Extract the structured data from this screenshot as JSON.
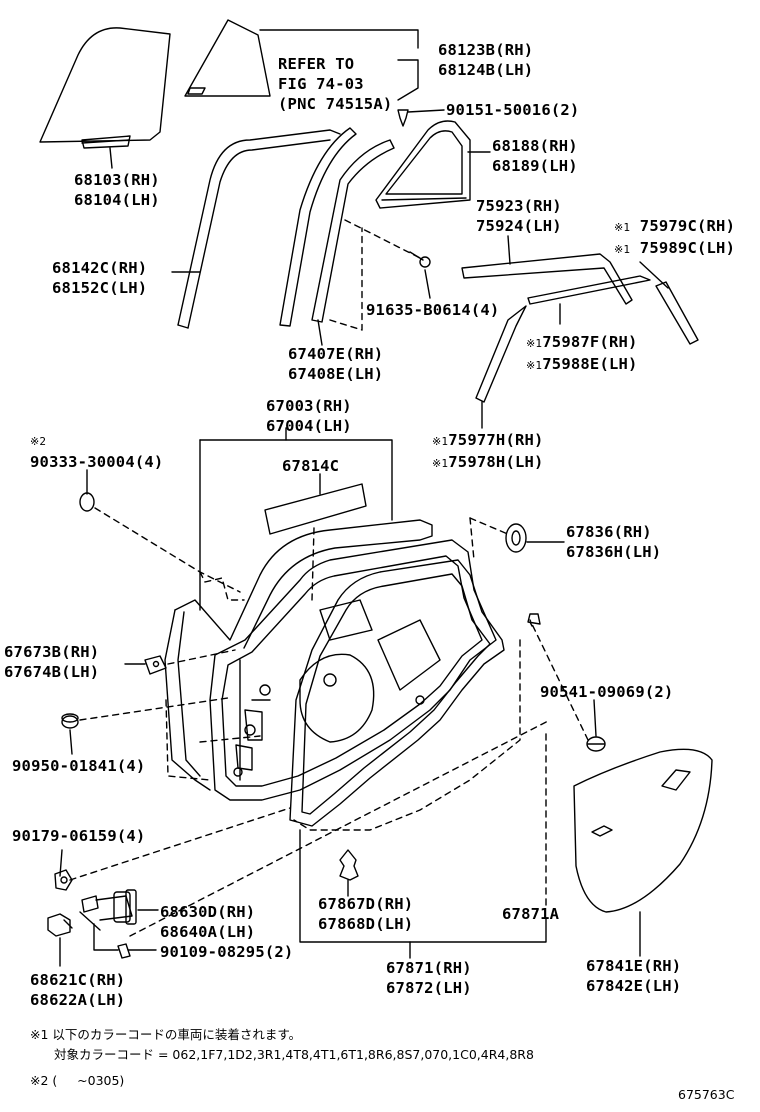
{
  "labels": {
    "p68123": [
      "68123B(RH)",
      "68124B(LH)"
    ],
    "refer": [
      "REFER TO",
      "FIG 74-03",
      "(PNC 74515A)"
    ],
    "p90151": "90151-50016(2)",
    "p68188": [
      "68188(RH)",
      "68189(LH)"
    ],
    "p68103": [
      "68103(RH)",
      "68104(LH)"
    ],
    "p75923": [
      "75923(RH)",
      "75924(LH)"
    ],
    "p75979": [
      "75979C(RH)",
      "75989C(LH)"
    ],
    "p68142": [
      "68142C(RH)",
      "68152C(LH)"
    ],
    "p91635": "91635-B0614(4)",
    "p75987": [
      "75987F(RH)",
      "75988E(LH)"
    ],
    "p67407": [
      "67407E(RH)",
      "67408E(LH)"
    ],
    "p67003": [
      "67003(RH)",
      "67004(LH)"
    ],
    "p75977": [
      "75977H(RH)",
      "75978H(LH)"
    ],
    "p90333": "90333-30004(4)",
    "p67814": "67814C",
    "p67836": [
      "67836(RH)",
      "67836H(LH)"
    ],
    "p67673": [
      "67673B(RH)",
      "67674B(LH)"
    ],
    "p90541": "90541-09069(2)",
    "p90950": "90950-01841(4)",
    "p90179": "90179-06159(4)",
    "p68630": [
      "68630D(RH)",
      "68640A(LH)"
    ],
    "p67867": [
      "67867D(RH)",
      "67868D(LH)"
    ],
    "p67871A": "67871A",
    "p90109": "90109-08295(2)",
    "p68621": [
      "68621C(RH)",
      "68622A(LH)"
    ],
    "p67871": [
      "67871(RH)",
      "67872(LH)"
    ],
    "p67841": [
      "67841E(RH)",
      "67842E(LH)"
    ]
  },
  "marks": {
    "m1": "※1",
    "m2": "※2"
  },
  "notes": {
    "line1": "※1 以下のカラーコードの車両に装着されます。",
    "line2": "対象カラーコード = 062,1F7,1D2,3R1,4T8,4T1,6T1,8R6,8S7,070,1C0,4R4,8R8",
    "line3": "※2 (     ~0305)"
  },
  "figure_id": "675763C"
}
